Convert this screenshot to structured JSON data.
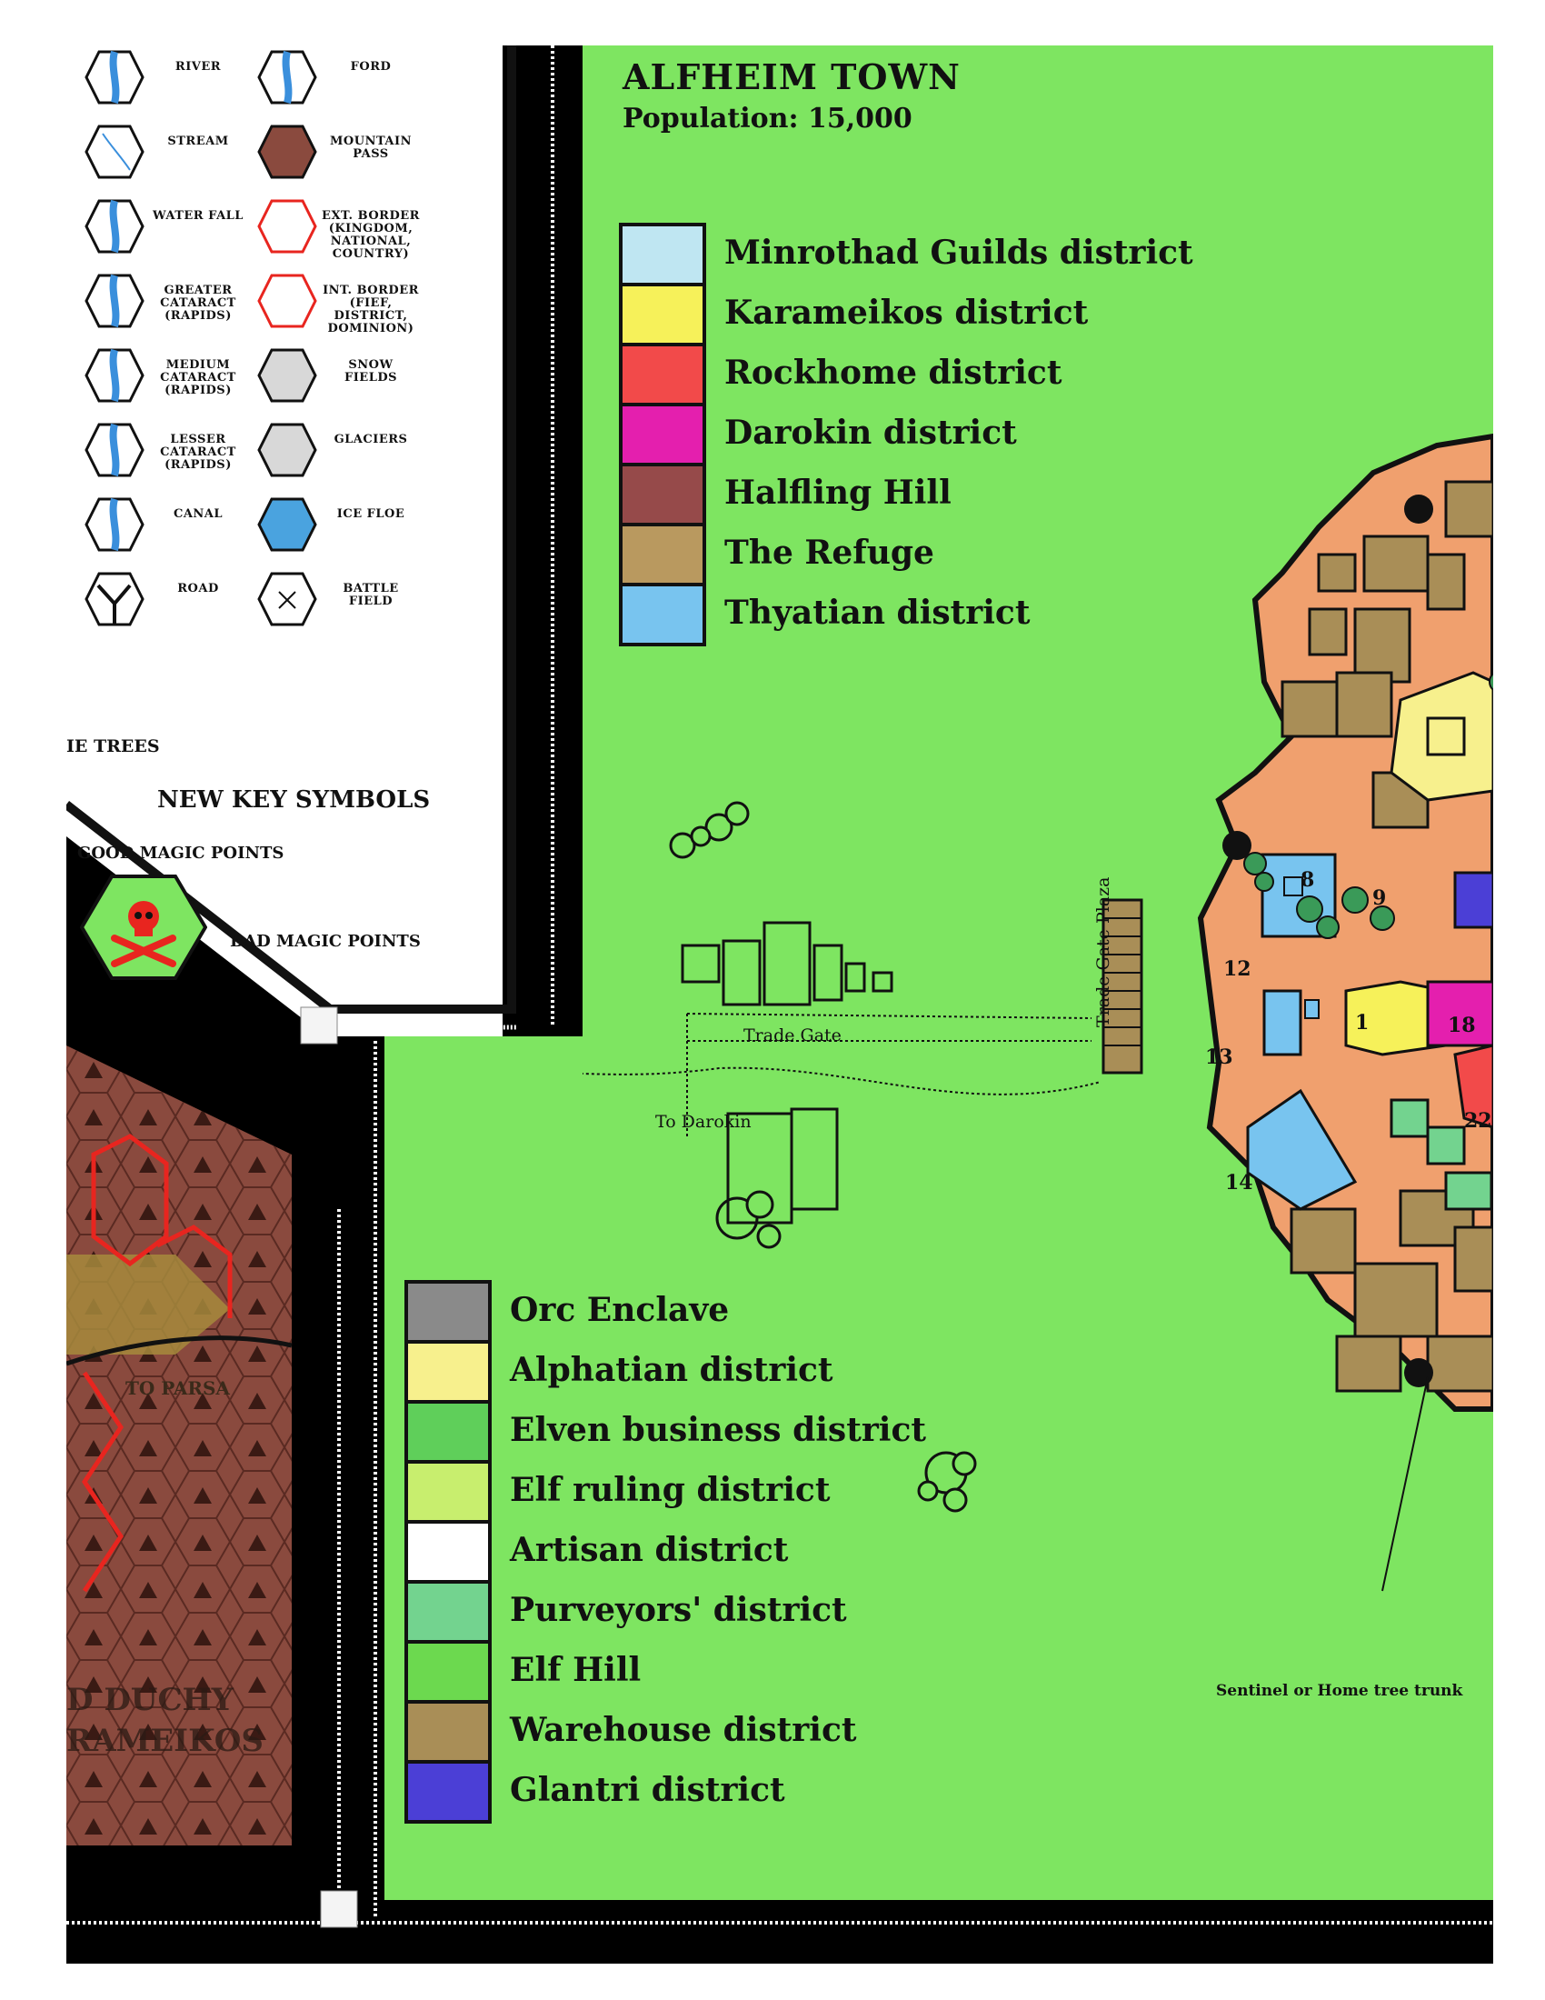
{
  "map_key": {
    "symbols": [
      {
        "label": "RIVER",
        "icon": "river-icon"
      },
      {
        "label": "FORD",
        "icon": "ford-icon"
      },
      {
        "label": "STREAM",
        "icon": "stream-icon"
      },
      {
        "label": "MOUNTAIN PASS",
        "icon": "mountain-pass-icon"
      },
      {
        "label": "WATER FALL",
        "icon": "waterfall-icon"
      },
      {
        "label": "EXT. BORDER (KINGDOM, NATIONAL, COUNTRY)",
        "icon": "external-border-icon"
      },
      {
        "label": "GREATER CATARACT (RAPIDS)",
        "icon": "greater-cataract-icon"
      },
      {
        "label": "INT. BORDER (FIEF, DISTRICT, DOMINION)",
        "icon": "internal-border-icon"
      },
      {
        "label": "MEDIUM CATARACT (RAPIDS)",
        "icon": "medium-cataract-icon"
      },
      {
        "label": "SNOW FIELDS",
        "icon": "snow-fields-icon"
      },
      {
        "label": "LESSER CATARACT (RAPIDS)",
        "icon": "lesser-cataract-icon"
      },
      {
        "label": "GLACIERS",
        "icon": "glaciers-icon"
      },
      {
        "label": "CANAL",
        "icon": "canal-icon"
      },
      {
        "label": "ICE FLOE",
        "icon": "ice-floe-icon"
      },
      {
        "label": "ROAD",
        "icon": "road-icon"
      },
      {
        "label": "BATTLE FIELD",
        "icon": "battle-field-icon"
      }
    ],
    "trees_fragment": "IE TREES",
    "new_key_title": "NEW KEY SYMBOLS",
    "good_magic": "GOOD MAGIC POINTS",
    "bad_magic": "BAD MAGIC POINTS"
  },
  "region": {
    "to_parsa": "TO PARSA",
    "duchy_line1": "D DUCHY",
    "duchy_line2": "RAMEIKOS"
  },
  "town": {
    "title": "ALFHEIM TOWN",
    "population": "Population: 15,000",
    "legend_top": [
      {
        "label": "Minrothad Guilds district",
        "color": "#bfe6f2"
      },
      {
        "label": "Karameikos district",
        "color": "#f6f15a"
      },
      {
        "label": "Rockhome district",
        "color": "#f24a4a"
      },
      {
        "label": "Darokin district",
        "color": "#e41fae"
      },
      {
        "label": "Halfling Hill",
        "color": "#964a4a"
      },
      {
        "label": "The Refuge",
        "color": "#b9995f"
      },
      {
        "label": "Thyatian district",
        "color": "#78c4ef"
      }
    ],
    "legend_bottom": [
      {
        "label": "Orc Enclave",
        "color": "#8a8a8a"
      },
      {
        "label": "Alphatian district",
        "color": "#f7f08d"
      },
      {
        "label": "Elven business district",
        "color": "#5fcf5a"
      },
      {
        "label": "Elf ruling district",
        "color": "#c8ee6e"
      },
      {
        "label": "Artisan district",
        "color": "#ffffff"
      },
      {
        "label": "Purveyors' district",
        "color": "#73d38f"
      },
      {
        "label": "Elf Hill",
        "color": "#6cd94f"
      },
      {
        "label": "Warehouse district",
        "color": "#a98e57"
      },
      {
        "label": "Glantri district",
        "color": "#4b3fd6"
      }
    ],
    "map_labels": {
      "trade_gate": "Trade Gate",
      "trade_gate_plaza": "Trade Gate Plaza",
      "to_darokin": "To Darokin",
      "sentinel": "Sentinel or Home tree trunk"
    },
    "building_numbers": [
      "8",
      "9",
      "12",
      "13",
      "1",
      "18",
      "22",
      "14"
    ]
  },
  "colors": {
    "field_green": "#7ee561",
    "town_ground": "#f0a06e",
    "hex_brown": "#8a4a3e",
    "border_red": "#e8251f"
  }
}
